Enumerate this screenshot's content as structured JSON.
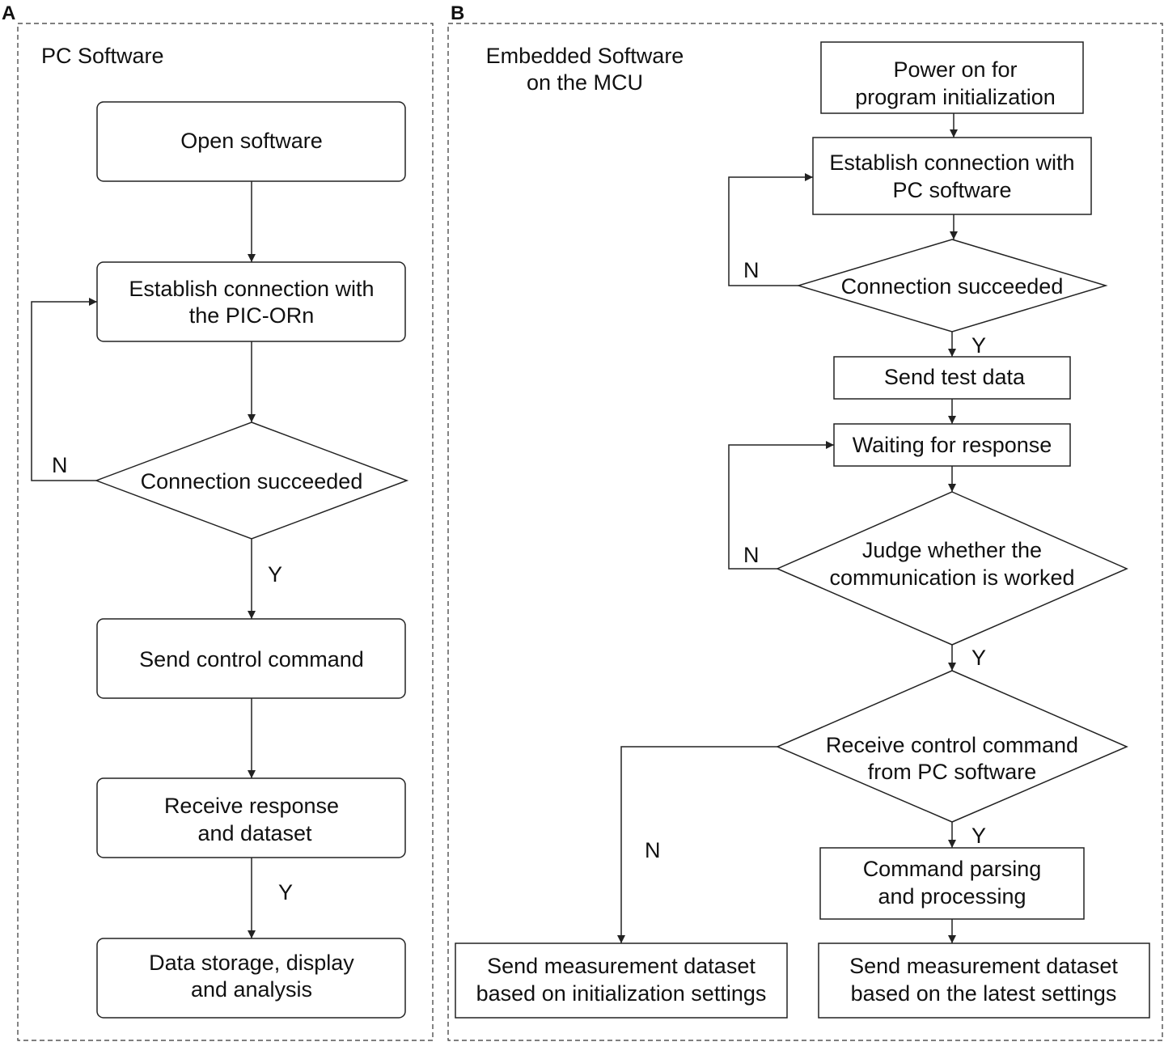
{
  "panel_a": {
    "letter": "A",
    "title": "PC Software",
    "open": "Open software",
    "establish": [
      "Establish connection with",
      "the PIC-ORn"
    ],
    "connection": "Connection succeeded",
    "send_cmd": "Send control command",
    "receive": [
      "Receive response",
      "and dataset"
    ],
    "storage": [
      "Data storage, display",
      "and analysis"
    ],
    "n_label": "N",
    "y_label_1": "Y",
    "y_label_2": "Y"
  },
  "panel_b": {
    "letter": "B",
    "title": [
      "Embedded Software",
      "on the MCU"
    ],
    "power": [
      "Power on for",
      "program initialization"
    ],
    "establish": [
      "Establish connection with",
      "PC software"
    ],
    "connection": "Connection succeeded",
    "send_test": "Send test data",
    "waiting": "Waiting for response",
    "judge": [
      "Judge whether the",
      "communication is worked"
    ],
    "receive_cmd": [
      "Receive control command",
      "from PC software"
    ],
    "parsing": [
      "Command parsing",
      "and processing"
    ],
    "send_init": [
      "Send measurement dataset",
      "based on initialization settings"
    ],
    "send_latest": [
      "Send measurement dataset",
      "based on the latest settings"
    ],
    "n_label_1": "N",
    "n_label_2": "N",
    "n_label_3": "N",
    "y_label_1": "Y",
    "y_label_2": "Y",
    "y_label_3": "Y"
  }
}
